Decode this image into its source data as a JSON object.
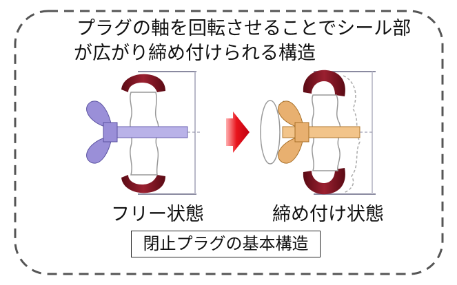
{
  "caption": {
    "line1": "プラグの軸を回転させることでシール部",
    "line2": "が広がり締め付けられる構造"
  },
  "states": {
    "free_label": "フリー状態",
    "locked_label": "締め付け状態"
  },
  "title": "閉止プラグの基本構造",
  "colors": {
    "seal": "#7a1020",
    "wingnut_free": "#9a8fd8",
    "wingnut_locked": "#e8b070",
    "arrow": "#e8141c",
    "frame_border": "#555555"
  }
}
